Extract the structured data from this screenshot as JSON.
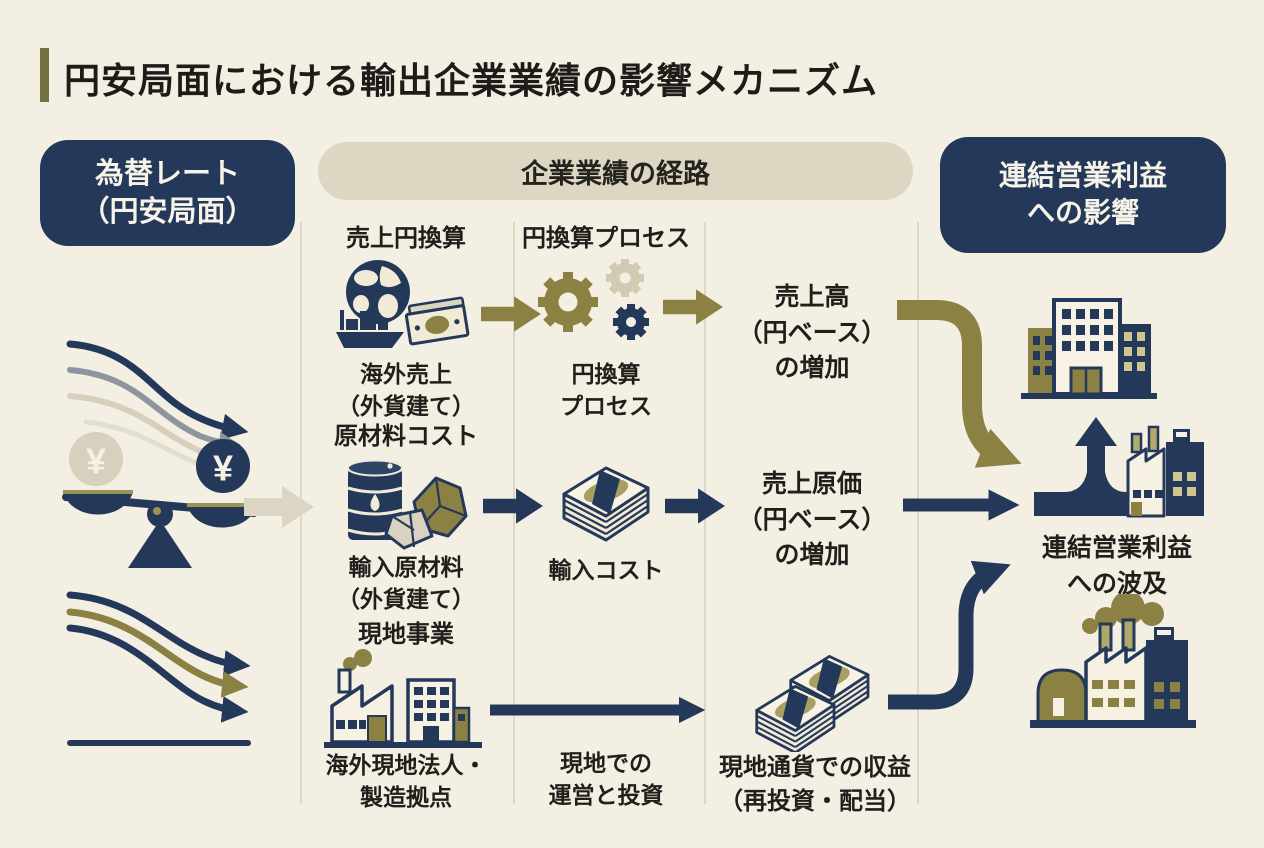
{
  "page": {
    "title": "円安局面における輸出企業業績の影響メカニズム"
  },
  "colors": {
    "background": "#f4efe3",
    "navy": "#24395a",
    "olive": "#8a8143",
    "band_tan": "#ddd6c2",
    "cream": "#f1ead6",
    "gray": "#8e959e",
    "divider": "#dcd7c9"
  },
  "columns": {
    "left_header": [
      "為替レート",
      "（円安局面）"
    ],
    "center_header": "企業業績の経路",
    "right_header": [
      "連結営業利益",
      "への影響"
    ]
  },
  "left_panel": {
    "yen_light": "¥",
    "yen_dark": "¥"
  },
  "rows": [
    {
      "category": "売上円換算",
      "process_category": "円換算プロセス",
      "source_lines": [
        "海外売上",
        "（外貨建て）"
      ],
      "process_lines": [
        "円換算",
        "プロセス"
      ],
      "output_lines": [
        "売上高",
        "（円ベース）",
        "の増加"
      ]
    },
    {
      "category": "原材料コスト",
      "source_lines": [
        "輸入原材料",
        "（外貨建て）"
      ],
      "process_lines": [
        "輸入コスト"
      ],
      "output_lines": [
        "売上原価",
        "（円ベース）",
        "の増加"
      ]
    },
    {
      "category": "現地事業",
      "source_lines": [
        "海外現地法人・",
        "製造拠点"
      ],
      "process_lines": [
        "現地での",
        "運営と投資"
      ],
      "output_lines": [
        "現地通貨での収益",
        "（再投資・配当）"
      ]
    }
  ],
  "result": {
    "lines": [
      "連結営業利益",
      "への波及"
    ]
  },
  "icons": {
    "left": [
      "declining-trend-arrows-icon",
      "balance-scale-icon",
      "yen-coin-light-icon",
      "yen-coin-dark-icon"
    ],
    "row1": [
      "globe-ship-banknote-icon",
      "gears-icon"
    ],
    "row2": [
      "oil-barrel-ore-icon",
      "banknote-stack-icon"
    ],
    "row3": [
      "factory-building-icon",
      "double-banknote-stack-icon"
    ],
    "right": [
      "office-buildings-icon",
      "profit-growth-arrow-factory-icon",
      "smoking-factory-icon"
    ]
  }
}
